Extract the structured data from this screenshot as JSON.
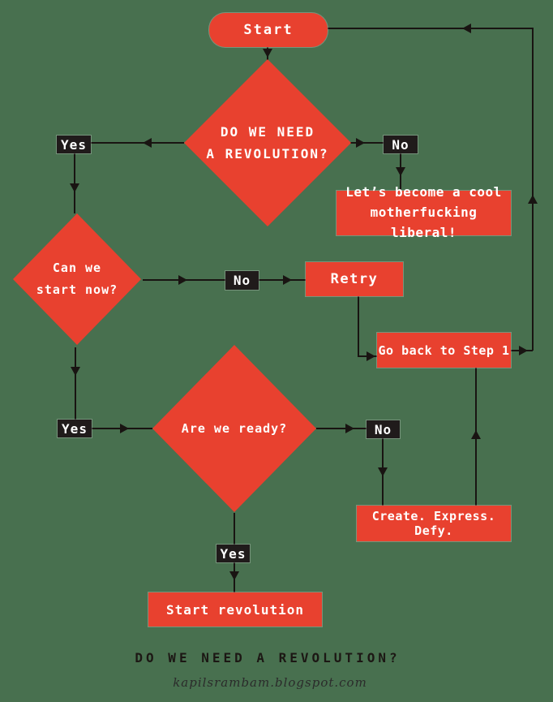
{
  "colors": {
    "bg": "#48704F",
    "red": "#E8412F",
    "ink": "#191412",
    "tag": "#201B1B",
    "text": "#FFFFFF"
  },
  "nodes": {
    "start": {
      "label": "Start"
    },
    "q_revolution": {
      "line1": "DO WE NEED",
      "line2": "A REVOLUTION?"
    },
    "tag_yes_1": {
      "label": "Yes"
    },
    "tag_no_1": {
      "label": "No"
    },
    "liberal": {
      "line1": "Let’s become a cool",
      "line2": "motherfucking liberal!"
    },
    "q_start_now": {
      "line1": "Can we",
      "line2": "start now?"
    },
    "tag_no_2": {
      "label": "No"
    },
    "retry": {
      "label": "Retry"
    },
    "go_back": {
      "label": "Go back to Step 1"
    },
    "q_ready": {
      "label": "Are we ready?"
    },
    "tag_yes_2": {
      "label": "Yes"
    },
    "tag_no_3": {
      "label": "No"
    },
    "create_express_defy": {
      "label": "Create. Express. Defy."
    },
    "tag_yes_3": {
      "label": "Yes"
    },
    "start_revolution": {
      "label": "Start revolution"
    }
  },
  "footer": {
    "title": "DO WE NEED A REVOLUTION?",
    "credit": "kapilsrambam.blogspot.com"
  }
}
